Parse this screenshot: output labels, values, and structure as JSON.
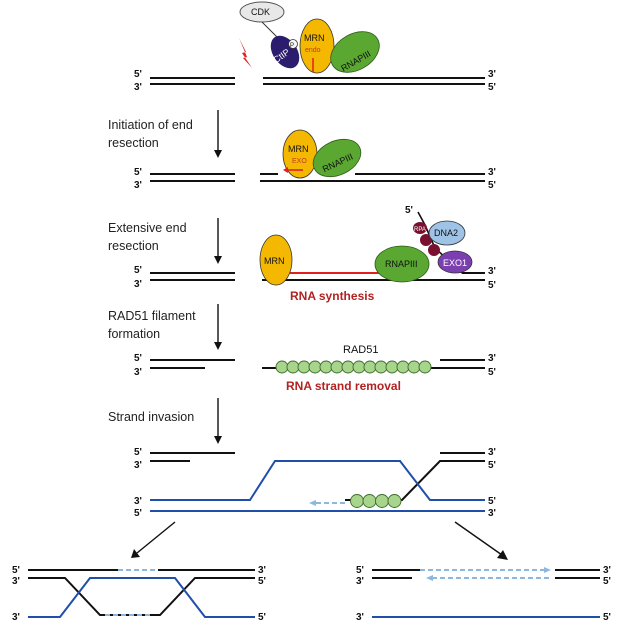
{
  "ends": {
    "five": "5'",
    "three": "3'"
  },
  "steps": {
    "initiation": [
      "Initiation of end",
      "resection"
    ],
    "extensive": [
      "Extensive end",
      "resection"
    ],
    "rad51": [
      "RAD51 filament",
      "formation"
    ],
    "invasion": "Strand invasion"
  },
  "proteins": {
    "cdk": "CDK",
    "ctip": "CtIP",
    "mrn": "MRN",
    "endo": "endo",
    "exo": "EXO",
    "rnapiii": "RNAPIII",
    "rpa": "RPA",
    "dna2": "DNA2",
    "exo1": "EXO1",
    "rad51": "RAD51",
    "p": "P"
  },
  "annotations": {
    "rna_synthesis": "RNA synthesis",
    "rna_strand_removal": "RNA strand removal"
  },
  "colors": {
    "dna": "#111111",
    "invading": "#1f4fa8",
    "rna": "#e02020",
    "mrn": "#f5b800",
    "rnapiii": "#5aa832",
    "ctip": "#2b1c6e",
    "dna2": "#9ec3e6",
    "exo1": "#7c3fb0",
    "rpa": "#7a1030",
    "rad51": "#a8d58c",
    "dashed": "#8cb8e0"
  }
}
